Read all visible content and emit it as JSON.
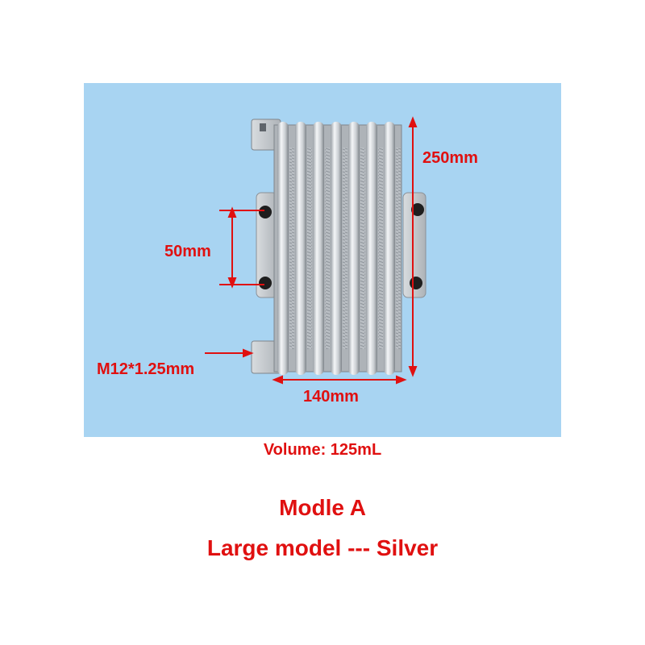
{
  "product": {
    "dimensions": {
      "height": "250mm",
      "width": "140mm",
      "hole_spacing": "50mm",
      "thread": "M12*1.25mm"
    },
    "volume": "Volume: 125mL",
    "model": "Modle A",
    "variant": "Large model --- Silver"
  },
  "colors": {
    "background_panel": "#a8d4f2",
    "label_red": "#e01010",
    "metal_silver": "#c8ccd0"
  }
}
